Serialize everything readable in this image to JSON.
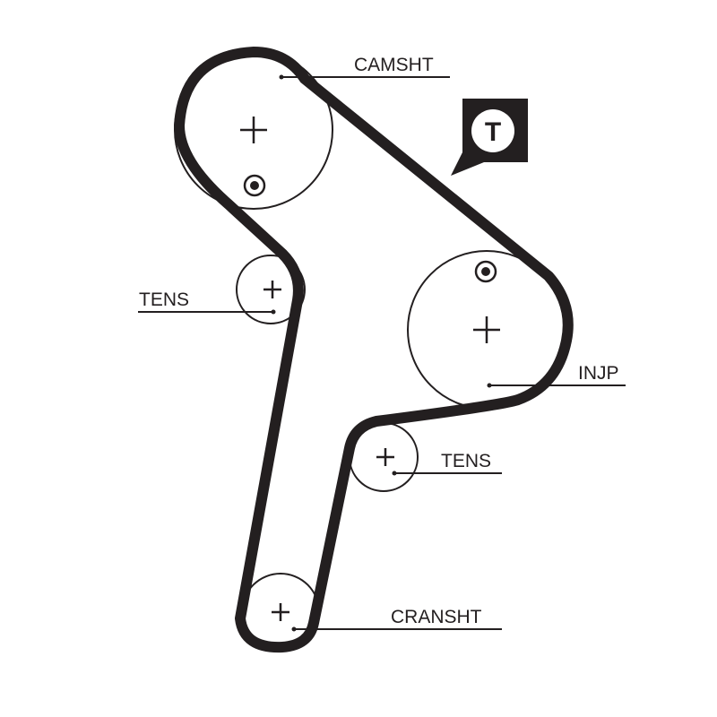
{
  "diagram": {
    "type": "timing-belt-routing",
    "colors": {
      "belt": "#231f20",
      "line": "#231f20",
      "background": "#ffffff"
    },
    "badge": {
      "icon": "tensioner-badge-icon",
      "letter": "T"
    },
    "pulleys": [
      {
        "id": "camshaft",
        "label": "CAMSHT",
        "has_timing_mark": true
      },
      {
        "id": "tensioner-upper",
        "label": "TENS",
        "has_timing_mark": false
      },
      {
        "id": "injection-pump",
        "label": "INJP",
        "has_timing_mark": true
      },
      {
        "id": "tensioner-lower",
        "label": "TENS",
        "has_timing_mark": false
      },
      {
        "id": "crankshaft",
        "label": "CRANSHT",
        "has_timing_mark": false
      }
    ]
  }
}
